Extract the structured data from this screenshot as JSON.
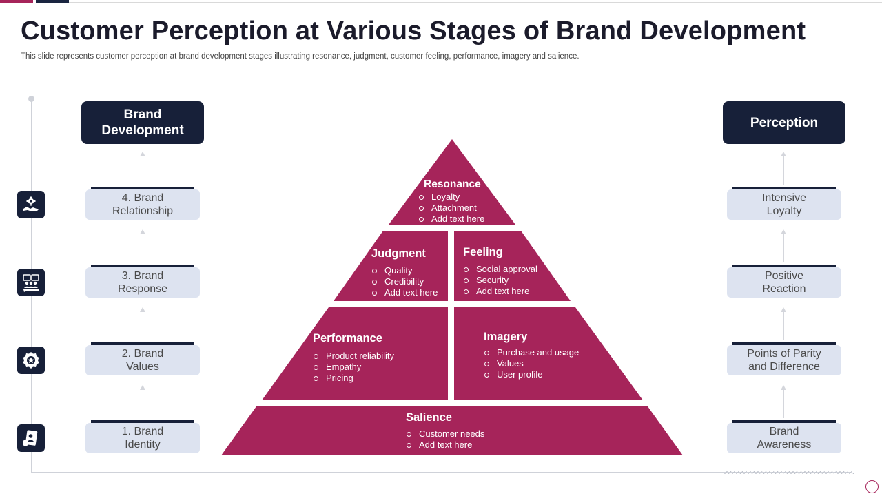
{
  "title": "Customer Perception at Various Stages of Brand Development",
  "subtitle": "This slide represents customer perception at brand development stages illustrating resonance, judgment, customer feeling, performance, imagery and salience.",
  "colors": {
    "brand_dark": "#172039",
    "accent": "#a6245a",
    "stage_fill": "#dde3f0"
  },
  "left_header": "Brand\nDevelopment",
  "right_header": "Perception",
  "stages": [
    {
      "label": "4. Brand\nRelationship",
      "perception": "Intensive\nLoyalty",
      "icon": "handshake-gear-icon"
    },
    {
      "label": "3. Brand\nResponse",
      "perception": "Positive\nReaction",
      "icon": "team-chat-icon"
    },
    {
      "label": "2. Brand\nValues",
      "perception": "Points of Parity\nand Difference",
      "icon": "award-badge-icon"
    },
    {
      "label": "1. Brand\nIdentity",
      "perception": "Brand\nAwareness",
      "icon": "id-card-icon"
    }
  ],
  "pyramid": {
    "resonance": {
      "title": "Resonance",
      "items": [
        "Loyalty",
        "Attachment",
        "Add text here"
      ]
    },
    "judgment": {
      "title": "Judgment",
      "items": [
        "Quality",
        "Credibility",
        "Add text here"
      ]
    },
    "feeling": {
      "title": "Feeling",
      "items": [
        "Social approval",
        "Security",
        "Add text here"
      ]
    },
    "performance": {
      "title": "Performance",
      "items": [
        "Product reliability",
        "Empathy",
        "Pricing"
      ]
    },
    "imagery": {
      "title": "Imagery",
      "items": [
        "Purchase and usage",
        "Values",
        "User profile"
      ]
    },
    "salience": {
      "title": "Salience",
      "items": [
        "Customer needs",
        "Add text here"
      ]
    }
  }
}
